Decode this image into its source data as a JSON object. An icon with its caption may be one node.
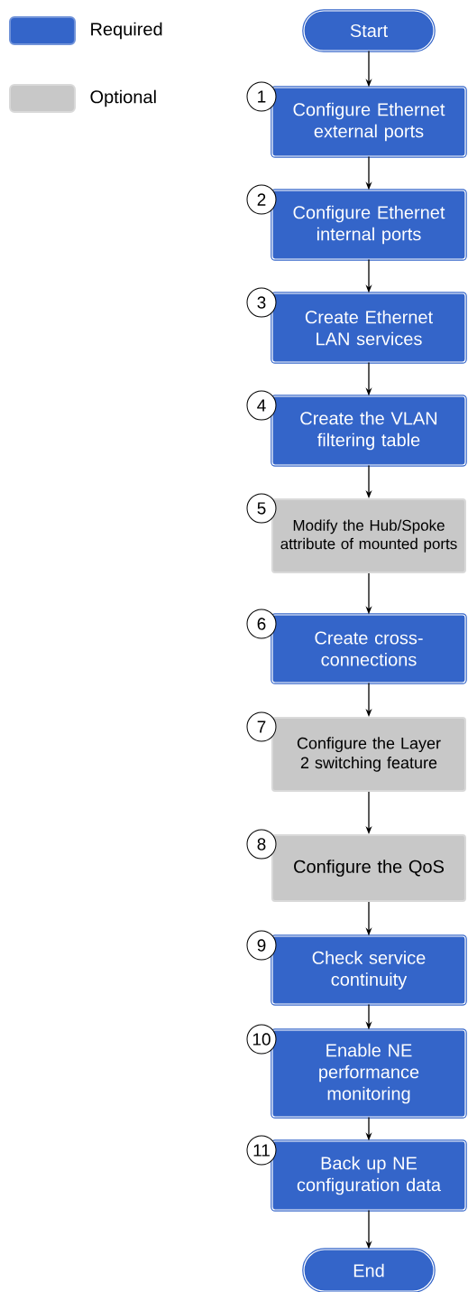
{
  "diagram": {
    "nodes": [
      {
        "text": [
          "Start"
        ]
      },
      {
        "text": [
          "Configure Ethernet external ports"
        ],
        "beside": [
          "1"
        ]
      },
      {
        "text": [
          "Configure Ethernet internal ports"
        ],
        "beside": [
          "2"
        ]
      },
      {
        "text": [
          "Create Ethernet LAN services"
        ],
        "beside": [
          "3"
        ]
      },
      {
        "text": [
          "Create the VLAN filtering table"
        ],
        "beside": [
          "4"
        ]
      },
      {
        "text": [
          "Modify the Hub/Spoke attribute of mounted ports"
        ],
        "beside": [
          "5"
        ]
      },
      {
        "text": [
          "Create cross-connections"
        ],
        "beside": [
          "6"
        ]
      },
      {
        "text": [
          "Configure the Layer 2 switching feature"
        ],
        "beside": [
          "7"
        ]
      },
      {
        "text": [
          "Configure the QoS"
        ],
        "beside": [
          "8"
        ]
      },
      {
        "text": [
          "Check service continuity"
        ],
        "beside": [
          "9"
        ]
      },
      {
        "text": [
          "Enable NE performance monitoring"
        ],
        "beside": [
          "10"
        ]
      },
      {
        "text": [
          "Back up NE configuration data"
        ],
        "beside": [
          "11"
        ]
      },
      {
        "text": [
          "End"
        ]
      }
    ],
    "edges": [
      {
        "from": 0,
        "to": 1,
        "arrow": "to"
      },
      {
        "from": 1,
        "to": 2,
        "arrow": "to"
      },
      {
        "from": 2,
        "to": 3,
        "arrow": "to"
      },
      {
        "from": 3,
        "to": 4,
        "arrow": "to"
      },
      {
        "from": 4,
        "to": 5,
        "arrow": "to"
      },
      {
        "from": 5,
        "to": 6,
        "arrow": "to"
      },
      {
        "from": 6,
        "to": 7,
        "arrow": "to"
      },
      {
        "from": 7,
        "to": 8,
        "arrow": "to"
      },
      {
        "from": 8,
        "to": 9,
        "arrow": "to"
      },
      {
        "from": 9,
        "to": 10,
        "arrow": "to"
      },
      {
        "from": 10,
        "to": 11,
        "arrow": "to"
      },
      {
        "from": 11,
        "to": 12,
        "arrow": "to"
      }
    ],
    "legend": [
      {
        "text": "Required",
        "color": "#3465c9"
      },
      {
        "text": "Optional",
        "color": "#c8c8c8"
      }
    ]
  }
}
